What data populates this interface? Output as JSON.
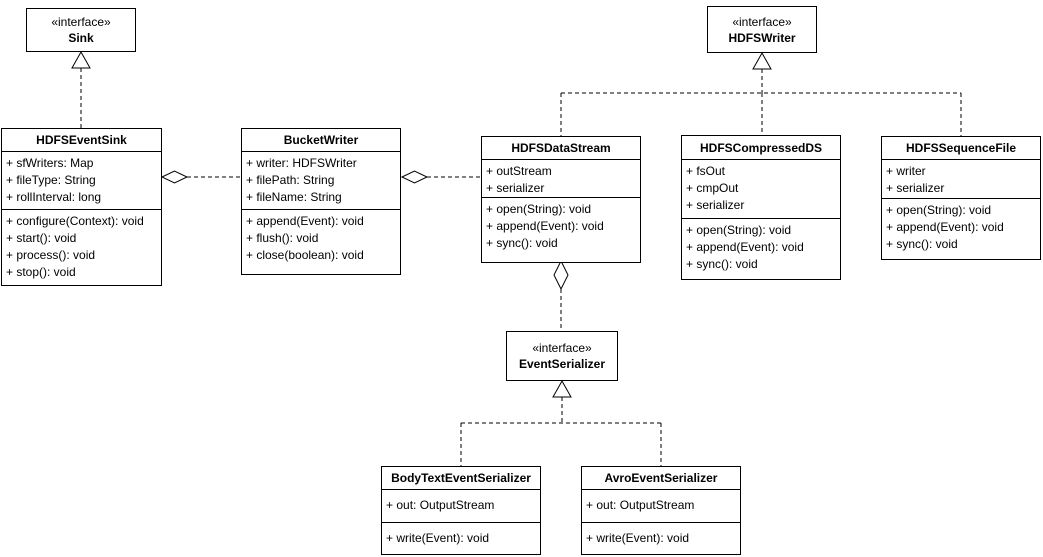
{
  "interfaces": {
    "sink": {
      "stereotype": "«interface»",
      "name": "Sink"
    },
    "hdfs_writer": {
      "stereotype": "«interface»",
      "name": "HDFSWriter"
    },
    "event_serializer": {
      "stereotype": "«interface»",
      "name": "EventSerializer"
    }
  },
  "classes": {
    "hdfs_event_sink": {
      "name": "HDFSEventSink",
      "attributes": [
        "+ sfWriters: Map",
        "+ fileType: String",
        "+ rollInterval: long"
      ],
      "methods": [
        "+ configure(Context): void",
        "+ start(): void",
        "+ process(): void",
        "+ stop(): void"
      ]
    },
    "bucket_writer": {
      "name": "BucketWriter",
      "attributes": [
        "+ writer: HDFSWriter",
        "+ filePath: String",
        "+ fileName: String"
      ],
      "methods": [
        "+ append(Event): void",
        "+ flush(): void",
        "+ close(boolean): void"
      ]
    },
    "hdfs_data_stream": {
      "name": "HDFSDataStream",
      "attributes": [
        "+ outStream",
        "+ serializer"
      ],
      "methods": [
        "+ open(String): void",
        "+ append(Event): void",
        "+ sync(): void"
      ]
    },
    "hdfs_compressed_ds": {
      "name": "HDFSCompressedDS",
      "attributes": [
        "+ fsOut",
        "+ cmpOut",
        "+ serializer"
      ],
      "methods": [
        "+ open(String): void",
        "+ append(Event): void",
        "+ sync(): void"
      ]
    },
    "hdfs_sequence_file": {
      "name": "HDFSSequenceFile",
      "attributes": [
        "+ writer",
        "+ serializer"
      ],
      "methods": [
        "+ open(String): void",
        "+ append(Event): void",
        "+ sync(): void"
      ]
    },
    "body_text_event_serializer": {
      "name": "BodyTextEventSerializer",
      "attributes": [
        "+ out: OutputStream"
      ],
      "methods": [
        "+ write(Event): void"
      ]
    },
    "avro_event_serializer": {
      "name": "AvroEventSerializer",
      "attributes": [
        "+ out: OutputStream"
      ],
      "methods": [
        "+ write(Event): void"
      ]
    }
  },
  "relationships": [
    {
      "type": "realization",
      "from": "HDFSEventSink",
      "to": "Sink"
    },
    {
      "type": "aggregation",
      "from": "HDFSEventSink",
      "to": "BucketWriter"
    },
    {
      "type": "aggregation",
      "from": "BucketWriter",
      "to": "HDFSDataStream"
    },
    {
      "type": "realization",
      "from": "HDFSDataStream",
      "to": "HDFSWriter"
    },
    {
      "type": "realization",
      "from": "HDFSCompressedDS",
      "to": "HDFSWriter"
    },
    {
      "type": "realization",
      "from": "HDFSSequenceFile",
      "to": "HDFSWriter"
    },
    {
      "type": "aggregation",
      "from": "HDFSDataStream",
      "to": "EventSerializer"
    },
    {
      "type": "realization",
      "from": "BodyTextEventSerializer",
      "to": "EventSerializer"
    },
    {
      "type": "realization",
      "from": "AvroEventSerializer",
      "to": "EventSerializer"
    }
  ],
  "colors": {
    "line": "#000000",
    "text": "#000000",
    "fill": "#ffffff",
    "background": "#ffffff"
  }
}
